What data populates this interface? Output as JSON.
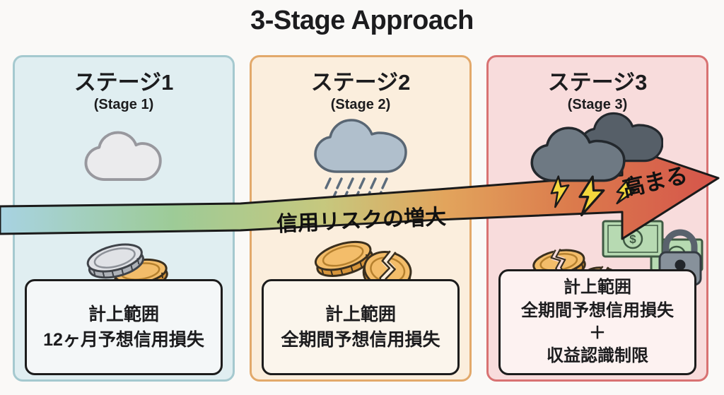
{
  "title": "3-Stage Approach",
  "arrow": {
    "label": "信用リスクの増大",
    "rising_label": "高まる",
    "gradient": [
      "#a8d3e2",
      "#9dcb97",
      "#c6c87e",
      "#e2a45c",
      "#db7a4c",
      "#d5544b"
    ]
  },
  "stages": [
    {
      "title": "ステージ1",
      "subtitle": "(Stage 1)",
      "panel_bg": "#e0eef1",
      "panel_border": "#a5c9cf",
      "weather_icon": "cloud-icon",
      "money_icon": "coins-icon",
      "box_lines": [
        "計上範囲",
        "12ヶ月予想信用損失"
      ]
    },
    {
      "title": "ステージ2",
      "subtitle": "(Stage 2)",
      "panel_bg": "#fbeedd",
      "panel_border": "#e2a96b",
      "weather_icon": "rain-cloud-icon",
      "money_icon": "coin-and-broken-coin-icon",
      "box_lines": [
        "計上範囲",
        "全期間予想信用損失"
      ]
    },
    {
      "title": "ステージ3",
      "subtitle": "(Stage 3)",
      "panel_bg": "#f8dcdc",
      "panel_border": "#d87272",
      "weather_icon": "storm-clouds-lightning-icon",
      "money_icon": "broken-coins-and-locked-money-icon",
      "box_lines": [
        "計上範囲",
        "全期間予想信用損失",
        "＋",
        "収益認識制限"
      ]
    }
  ],
  "icons": {
    "currency_symbol": "$"
  }
}
